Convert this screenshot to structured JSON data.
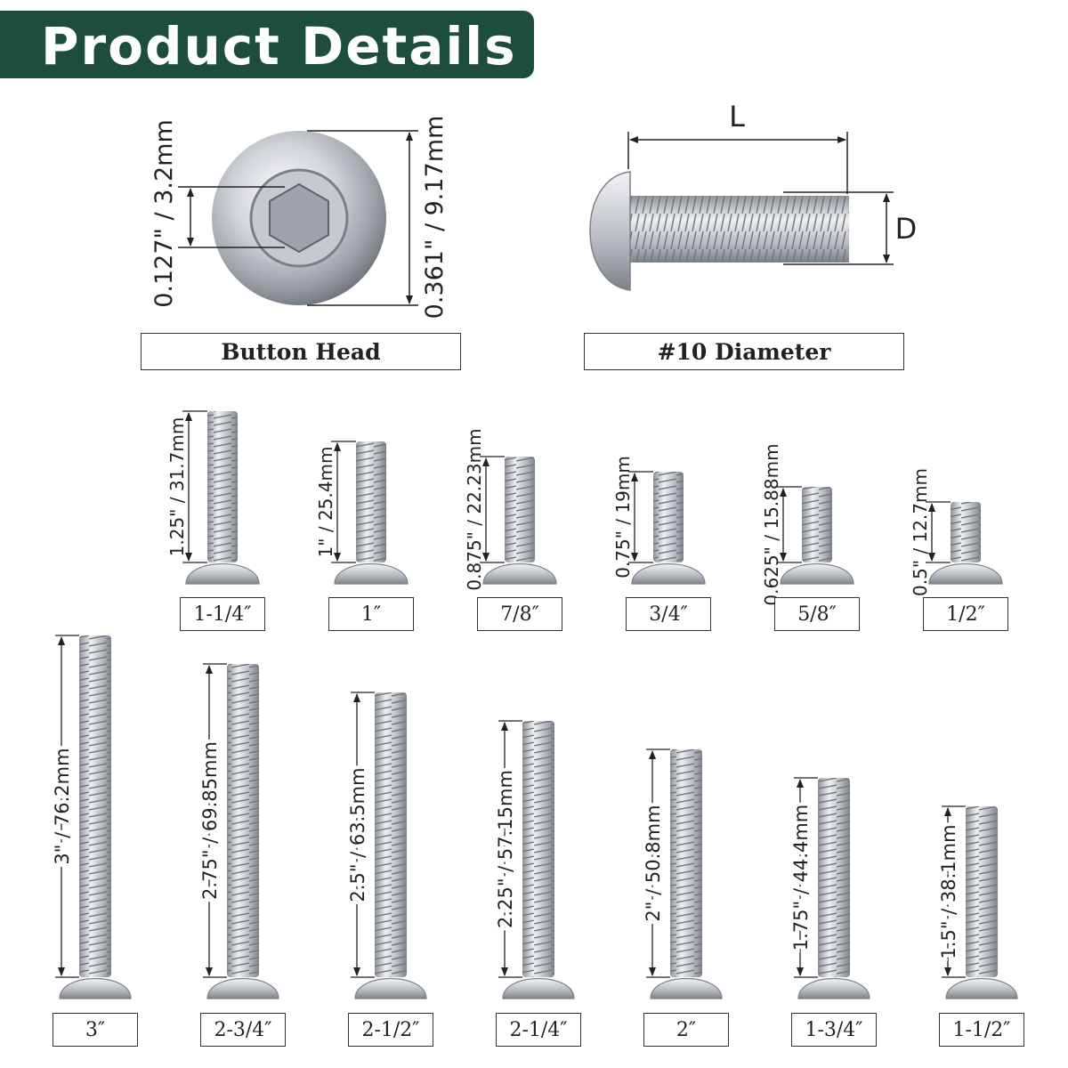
{
  "header": {
    "title": "Product Details"
  },
  "detail": {
    "head_label": "Button Head",
    "diameter_label": "#10 Diameter",
    "socket_dim": "0.127\" / 3.2mm",
    "head_dim": "0.361\" / 9.17mm",
    "length_symbol": "L",
    "diameter_symbol": "D"
  },
  "row1": [
    {
      "label": "1-1/4″",
      "dim": "1.25\" / 31.7mm",
      "length_in": 1.25
    },
    {
      "label": "1″",
      "dim": "1\" / 25.4mm",
      "length_in": 1.0
    },
    {
      "label": "7/8″",
      "dim": "0.875\" / 22.23mm",
      "length_in": 0.875
    },
    {
      "label": "3/4″",
      "dim": "0.75\" / 19mm",
      "length_in": 0.75
    },
    {
      "label": "5/8″",
      "dim": "0.625\" / 15.88mm",
      "length_in": 0.625
    },
    {
      "label": "1/2″",
      "dim": "0.5\" / 12.7mm",
      "length_in": 0.5
    }
  ],
  "row2": [
    {
      "label": "3″",
      "dim": "3\" / 76.2mm",
      "length_in": 3.0
    },
    {
      "label": "2-3/4″",
      "dim": "2.75\" / 69.85mm",
      "length_in": 2.75
    },
    {
      "label": "2-1/2″",
      "dim": "2.5\" / 63.5mm",
      "length_in": 2.5
    },
    {
      "label": "2-1/4″",
      "dim": "2.25\" / 57.15mm",
      "length_in": 2.25
    },
    {
      "label": "2″",
      "dim": "2\" / 50.8mm",
      "length_in": 2.0
    },
    {
      "label": "1-3/4″",
      "dim": "1.75\" / 44.4mm",
      "length_in": 1.75
    },
    {
      "label": "1-1/2″",
      "dim": "1.5\" / 38.1mm",
      "length_in": 1.5
    }
  ],
  "colors": {
    "header_bg": "#1d4d3b",
    "header_text": "#ffffff",
    "steel": "#b8bcc2"
  }
}
